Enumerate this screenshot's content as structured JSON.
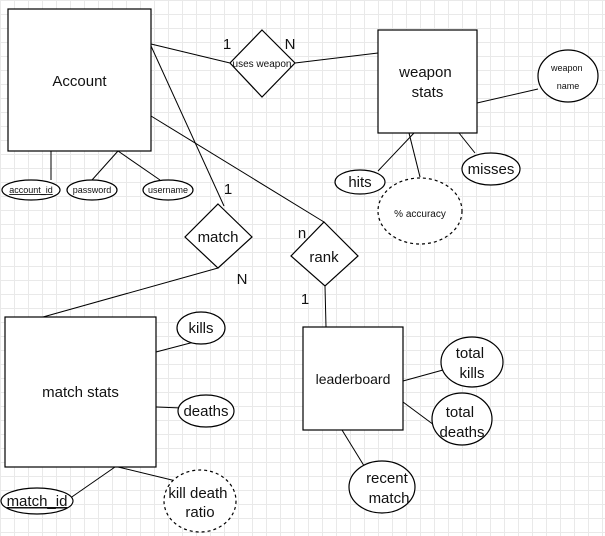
{
  "entities": {
    "account": "Account",
    "weapon_stats": [
      "weapon",
      "stats"
    ],
    "match_stats": "match stats",
    "leaderboard": "leaderboard"
  },
  "relationships": {
    "uses_weapon": "uses weapon",
    "match": "match",
    "rank": "rank"
  },
  "attributes": {
    "account_id": "account_id",
    "password": "password",
    "username": "username",
    "weapon_name": [
      "weapon",
      "name"
    ],
    "hits": "hits",
    "accuracy": "% accuracy",
    "misses": "misses",
    "kills": "kills",
    "deaths": "deaths",
    "match_id": "match_id",
    "kill_death_ratio": [
      "kill death",
      "ratio"
    ],
    "total_kills": [
      "total",
      "kills"
    ],
    "total_deaths": [
      "total",
      "deaths"
    ],
    "recent_match": [
      "recent",
      "match"
    ]
  },
  "cardinalities": {
    "uses_weapon_account": "1",
    "uses_weapon_weapon": "N",
    "match_account": "1",
    "match_stats": "N",
    "rank_account": "n",
    "rank_leaderboard": "1"
  }
}
